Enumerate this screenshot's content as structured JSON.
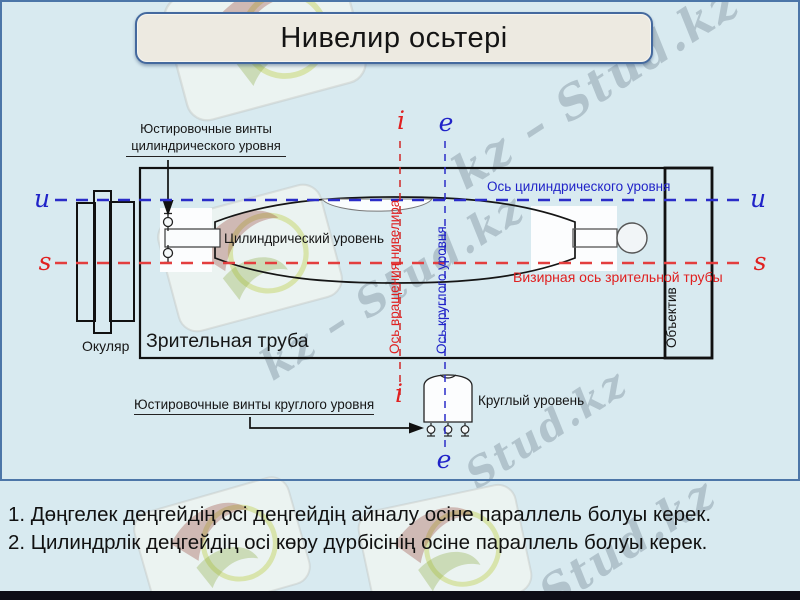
{
  "title": "Нивелир осьтері",
  "watermark": {
    "brand": "Stud.kz",
    "brand_long": "kz – Stud.kz"
  },
  "colors": {
    "background": "#d8eaf0",
    "frame_blue": "#4c76a8",
    "axis_blue": "#2023c8",
    "axis_red": "#e02020",
    "title_fill": "#edeae1"
  },
  "diagram": {
    "axis_letters": {
      "u": "u",
      "s": "s",
      "i": "i",
      "e": "e"
    },
    "labels": {
      "adj_screws_cyl_line1": "Юстировочные винты",
      "adj_screws_cyl_line2": "цилиндрического уровня",
      "cylindrical_level": "Цилиндрический уровень",
      "telescope": "Зрительная труба",
      "eyepiece": "Окуляр",
      "objective": "Объектив",
      "axis_cylindrical_level": "Ось цилиндрического уровня",
      "sight_axis": "Визирная ось зрительной трубы",
      "rotation_axis": "Ось вращения нивелира",
      "round_level_axis": "Ось круглого уровня",
      "round_level": "Круглый уровень",
      "adj_screws_round": "Юстировочные винты круглого уровня"
    }
  },
  "notes": {
    "line1": "1. Дөңгелек деңгейдің осі деңгейдің айналу осіне параллель болуы керек.",
    "line2": "2. Цилиндрлік деңгейдің осі көру дүрбісінің осіне параллель болуы керек."
  }
}
